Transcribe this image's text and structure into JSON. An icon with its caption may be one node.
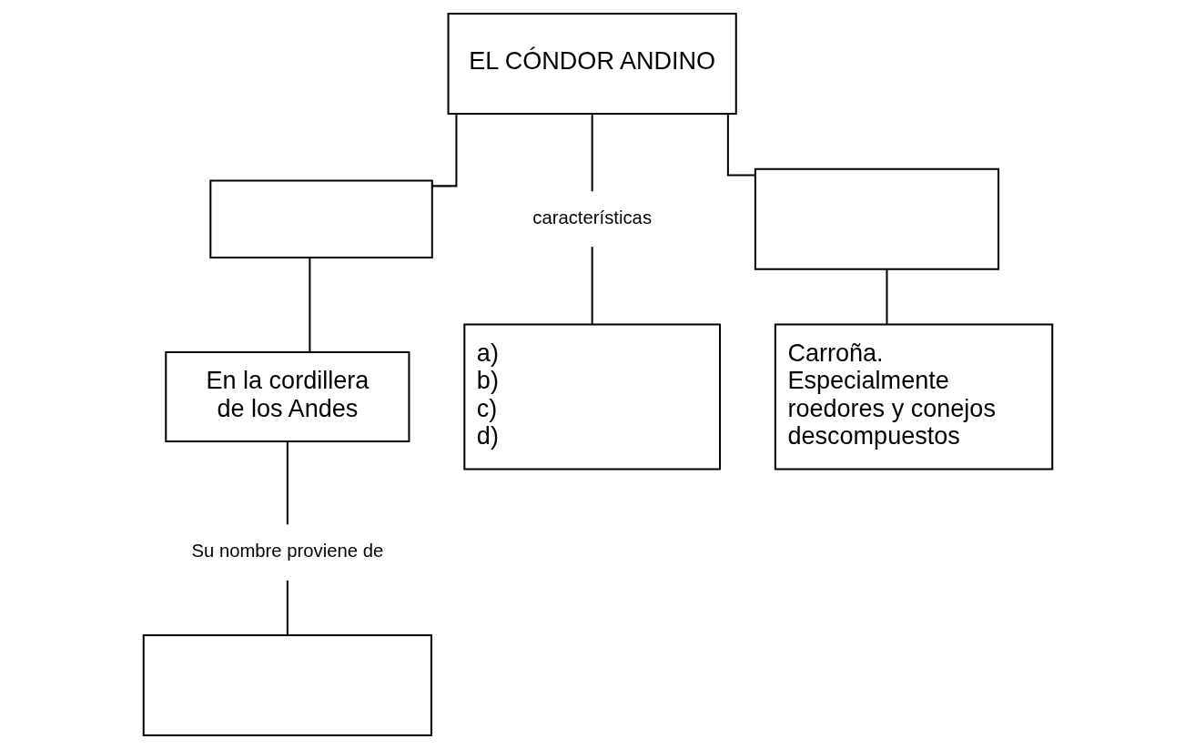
{
  "diagram": {
    "nodes": [
      {
        "text": [
          "EL CÓNDOR ANDINO"
        ]
      },
      {
        "text": [],
        "shape": "box"
      },
      {
        "text": [
          "características"
        ]
      },
      {
        "text": [],
        "shape": "box"
      },
      {
        "text": [
          "En la cordillera de los Andes"
        ]
      },
      {
        "text": [
          "a) b) c) d)"
        ]
      },
      {
        "text": [
          "Carroña. Especialmente roedores y conejos descompuestos"
        ]
      },
      {
        "text": [
          "Su nombre proviene de"
        ]
      },
      {
        "text": [],
        "shape": "box"
      }
    ],
    "edges": [
      {
        "from": 0,
        "to": 1,
        "arrow": "none"
      },
      {
        "from": 0,
        "to": 2,
        "arrow": "none"
      },
      {
        "from": 0,
        "to": 3,
        "arrow": "none"
      },
      {
        "from": 1,
        "to": 4,
        "arrow": "none"
      },
      {
        "from": 2,
        "to": 5,
        "arrow": "none"
      },
      {
        "from": 3,
        "to": 6,
        "arrow": "none"
      },
      {
        "from": 4,
        "to": 7,
        "arrow": "none"
      },
      {
        "from": 7,
        "to": 8,
        "arrow": "none"
      }
    ]
  }
}
